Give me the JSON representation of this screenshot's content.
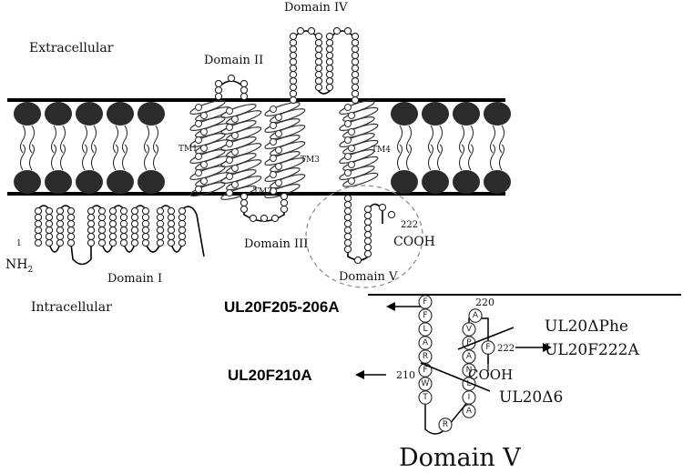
{
  "top_labels": {
    "extracellular": "Extracellular",
    "intracellular": "Intracellular",
    "domain_i": "Domain I",
    "domain_ii": "Domain II",
    "domain_iii": "Domain III",
    "domain_iv": "Domain IV",
    "domain_v": "Domain V",
    "domain_v_large": "Domain V",
    "nh2": "NH",
    "nh2_sub": "2",
    "n_index": "1",
    "cooh": "COOH",
    "c_index": "222"
  },
  "tm_labels": [
    "TM1",
    "TM2",
    "TM3",
    "TM4"
  ],
  "inset": {
    "residues": [
      "F",
      "F",
      "L",
      "A",
      "R",
      "F",
      "W",
      "T",
      "R",
      "A",
      "I",
      "L",
      "N",
      "A",
      "P",
      "V",
      "A",
      "F"
    ],
    "num_210": "210",
    "num_220": "220",
    "num_222": "222",
    "cooh": "COOH",
    "mutants": {
      "f205_206a": "UL20F205-206A",
      "f210a": "UL20F210A",
      "d_phe": "UL20ΔPhe",
      "f222a": "UL20F222A",
      "d6": "UL20Δ6"
    }
  },
  "colors": {
    "membrane_line": "#000000",
    "lipid_head": "#2b2b2b",
    "bead_fill": "#ffffff",
    "helix": "#333333",
    "dashed_circle": "#888888"
  }
}
